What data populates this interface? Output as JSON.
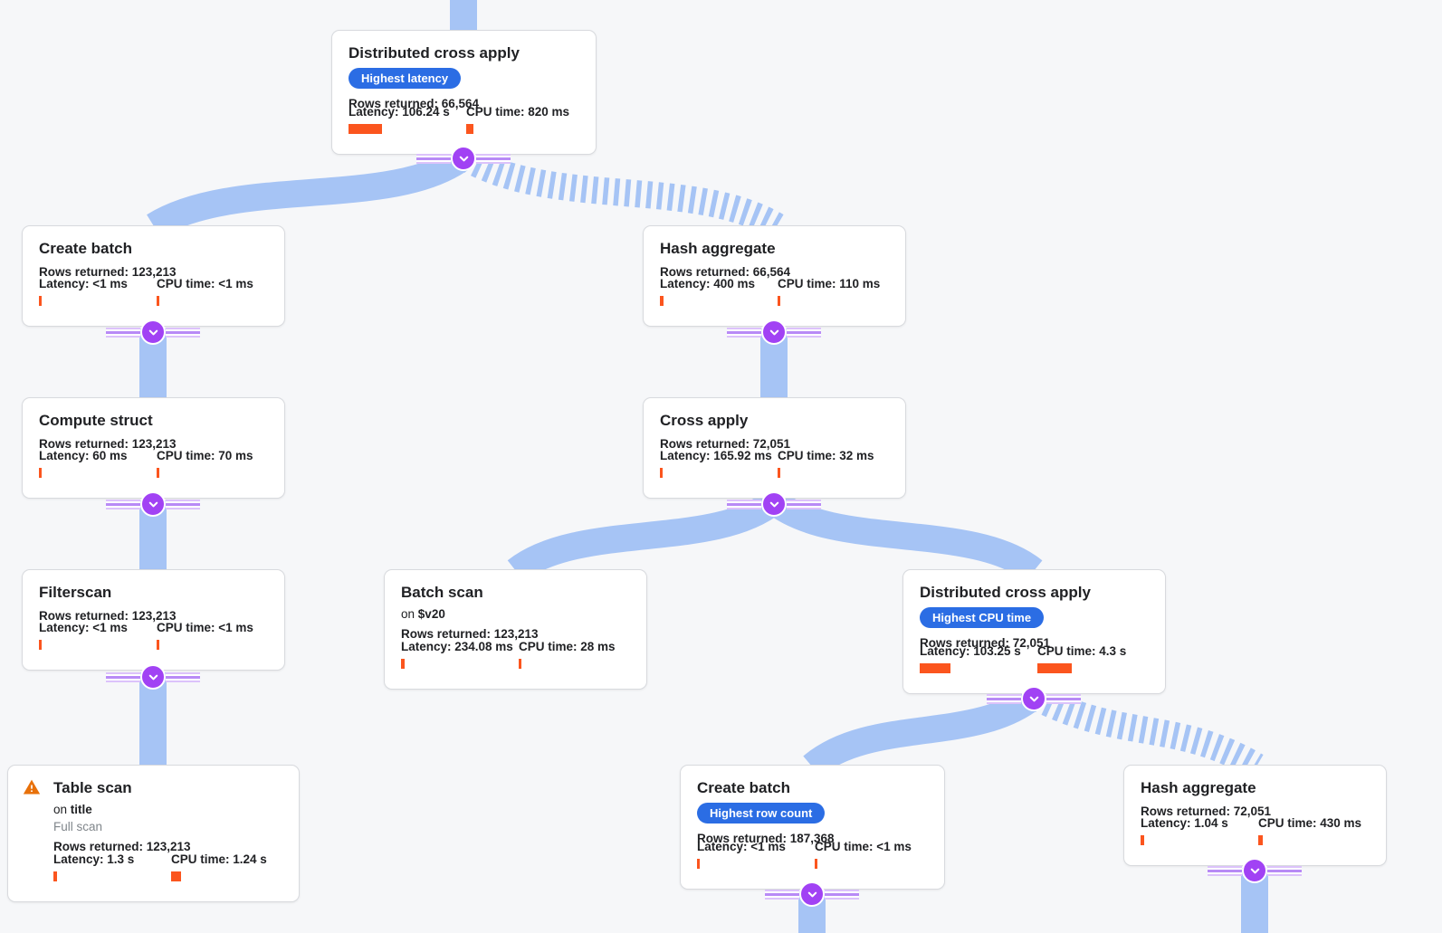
{
  "colors": {
    "background": "#f6f7f9",
    "edge_blue": "#a6c4f5",
    "badge_blue": "#2b6de4",
    "metric_bar_orange": "#fb551e",
    "warning_orange": "#e8710a",
    "expander_purple": "#a142f4"
  },
  "nodes": [
    {
      "id": "distributed-cross-apply-1",
      "title": "Distributed cross apply",
      "badge": "Highest latency",
      "rows": "Rows returned: 66,564",
      "latency": "Latency: 106.24 s",
      "cpu": "CPU time: 820 ms",
      "latency_bar": 37,
      "cpu_bar": 8
    },
    {
      "id": "create-batch-1",
      "title": "Create batch",
      "rows": "Rows returned: 123,213",
      "latency": "Latency: <1 ms",
      "cpu": "CPU time: <1 ms",
      "latency_bar": 3,
      "cpu_bar": 3
    },
    {
      "id": "compute-struct",
      "title": "Compute struct",
      "rows": "Rows returned: 123,213",
      "latency": "Latency: 60 ms",
      "cpu": "CPU time: 70 ms",
      "latency_bar": 3,
      "cpu_bar": 3
    },
    {
      "id": "filterscan",
      "title": "Filterscan",
      "rows": "Rows returned: 123,213",
      "latency": "Latency: <1 ms",
      "cpu": "CPU time: <1 ms",
      "latency_bar": 3,
      "cpu_bar": 3
    },
    {
      "id": "table-scan",
      "title": "Table scan",
      "on_prefix": "on",
      "on_target": "title",
      "subtitle": "Full scan",
      "rows": "Rows returned: 123,213",
      "latency": "Latency: 1.3 s",
      "cpu": "CPU time: 1.24 s",
      "latency_bar": 4,
      "cpu_bar": 11
    },
    {
      "id": "hash-aggregate-1",
      "title": "Hash aggregate",
      "rows": "Rows returned: 66,564",
      "latency": "Latency: 400 ms",
      "cpu": "CPU time: 110 ms",
      "latency_bar": 4,
      "cpu_bar": 3
    },
    {
      "id": "cross-apply",
      "title": "Cross apply",
      "rows": "Rows returned: 72,051",
      "latency": "Latency: 165.92 ms",
      "cpu": "CPU time: 32 ms",
      "latency_bar": 3,
      "cpu_bar": 3
    },
    {
      "id": "batch-scan",
      "title": "Batch scan",
      "on_prefix": "on",
      "on_target": "$v20",
      "rows": "Rows returned: 123,213",
      "latency": "Latency: 234.08 ms",
      "cpu": "CPU time: 28 ms",
      "latency_bar": 4,
      "cpu_bar": 3
    },
    {
      "id": "distributed-cross-apply-2",
      "title": "Distributed cross apply",
      "badge": "Highest CPU time",
      "rows": "Rows returned: 72,051",
      "latency": "Latency: 103.25 s",
      "cpu": "CPU time: 4.3 s",
      "latency_bar": 34,
      "cpu_bar": 38
    },
    {
      "id": "create-batch-2",
      "title": "Create batch",
      "badge": "Highest row count",
      "rows": "Rows returned: 187,368",
      "latency": "Latency: <1 ms",
      "cpu": "CPU time: <1 ms",
      "latency_bar": 3,
      "cpu_bar": 3
    },
    {
      "id": "hash-aggregate-2",
      "title": "Hash aggregate",
      "rows": "Rows returned: 72,051",
      "latency": "Latency: 1.04 s",
      "cpu": "CPU time: 430 ms",
      "latency_bar": 4,
      "cpu_bar": 5
    }
  ],
  "edges": [
    {
      "from": "(above)",
      "to": "distributed-cross-apply-1",
      "style": "solid"
    },
    {
      "from": "distributed-cross-apply-1",
      "to": "create-batch-1",
      "style": "solid"
    },
    {
      "from": "distributed-cross-apply-1",
      "to": "hash-aggregate-1",
      "style": "hatched"
    },
    {
      "from": "create-batch-1",
      "to": "compute-struct",
      "style": "solid"
    },
    {
      "from": "compute-struct",
      "to": "filterscan",
      "style": "solid"
    },
    {
      "from": "filterscan",
      "to": "table-scan",
      "style": "solid"
    },
    {
      "from": "hash-aggregate-1",
      "to": "cross-apply",
      "style": "solid"
    },
    {
      "from": "cross-apply",
      "to": "batch-scan",
      "style": "solid"
    },
    {
      "from": "cross-apply",
      "to": "distributed-cross-apply-2",
      "style": "solid"
    },
    {
      "from": "distributed-cross-apply-2",
      "to": "create-batch-2",
      "style": "solid"
    },
    {
      "from": "distributed-cross-apply-2",
      "to": "hash-aggregate-2",
      "style": "hatched"
    },
    {
      "from": "create-batch-2",
      "to": "(below)",
      "style": "solid"
    },
    {
      "from": "hash-aggregate-2",
      "to": "(below)",
      "style": "solid"
    }
  ]
}
